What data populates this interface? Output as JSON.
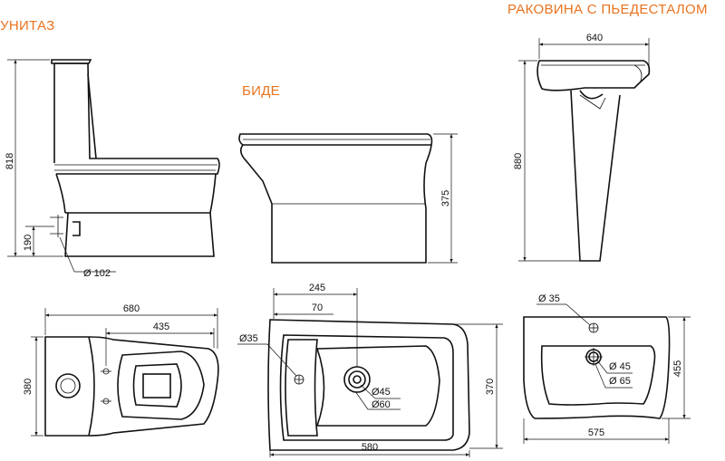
{
  "titles": {
    "toilet": "УНИТАЗ",
    "bidet": "БИДЕ",
    "basin": "РАКОВИНА С ПЬЕДЕСТАЛОМ"
  },
  "dimensions": {
    "toilet_height": "818",
    "toilet_outlet_height": "190",
    "toilet_outlet_diameter": "Ø 102",
    "toilet_length": "680",
    "toilet_holes_distance": "435",
    "toilet_width": "380",
    "bidet_height": "375",
    "bidet_dim_245": "245",
    "bidet_dim_70": "70",
    "bidet_hole_35": "Ø35",
    "bidet_hole_45": "Ø45",
    "bidet_hole_60": "Ø60",
    "bidet_width": "370",
    "bidet_length": "580",
    "basin_width_top": "640",
    "basin_height": "880",
    "basin_hole_35": "Ø 35",
    "basin_hole_45": "Ø 45",
    "basin_hole_65": "Ø 65",
    "basin_depth": "455",
    "basin_width_plan": "575"
  },
  "colors": {
    "title": "#e8731f",
    "line": "#111111"
  }
}
